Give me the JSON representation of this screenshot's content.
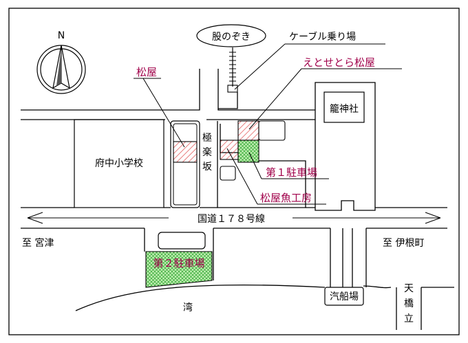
{
  "compass": {
    "north": "N"
  },
  "landmarks": {
    "matadonozoki": "股のぞき",
    "cable_car": "ケーブル乗り場",
    "etosetora_matsuya": "えとせとら松屋",
    "matsuya": "松屋",
    "kagojinja": "籠神社",
    "school": "府中小学校",
    "gokuraku_1": "極",
    "gokuraku_2": "楽",
    "gokuraku_3": "坂",
    "parking1": "第１駐車場",
    "fish_factory": "松屋魚工房",
    "route": "国道１７８号線",
    "to_miyazu": "至 宮津",
    "to_ine": "至 伊根町",
    "parking2": "第２駐車場",
    "ferry": "汽船場",
    "bay": "湾",
    "amano_1": "天",
    "amano_2": "橋",
    "amano_3": "立"
  },
  "colors": {
    "matsuya_hatch": "#e05050",
    "parking_hatch": "#40b040",
    "parking_fill": "#c8f0b8",
    "label_accent": "#a0004a"
  }
}
